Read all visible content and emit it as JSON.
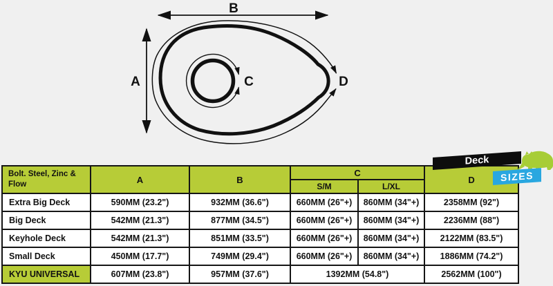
{
  "diagram": {
    "labels": {
      "a": "A",
      "b": "B",
      "c": "C",
      "d": "D"
    }
  },
  "badge": {
    "deck": "Deck",
    "sizes": "SIZES",
    "deck_bg": "#0d0d0d",
    "sizes_bg": "#29a7e0",
    "rhino_color": "#a7cd36"
  },
  "table": {
    "header_bg": "#b7cc37",
    "header": {
      "label": "Bolt. Steel, Zinc & Flow",
      "col_a": "A",
      "col_b": "B",
      "col_c": "C",
      "col_sm": "S/M",
      "col_lxl": "L/XL",
      "col_d": "D"
    },
    "rows": [
      {
        "label": "Extra Big Deck",
        "a": "590MM (23.2\")",
        "b": "932MM (36.6\")",
        "sm": "660MM (26\"+)",
        "lxl": "860MM (34\"+)",
        "d": "2358MM (92\")"
      },
      {
        "label": "Big Deck",
        "a": "542MM (21.3\")",
        "b": "877MM (34.5\")",
        "sm": "660MM (26\"+)",
        "lxl": "860MM (34\"+)",
        "d": "2236MM (88\")"
      },
      {
        "label": "Keyhole Deck",
        "a": "542MM (21.3\")",
        "b": "851MM (33.5\")",
        "sm": "660MM (26\"+)",
        "lxl": "860MM (34\"+)",
        "d": "2122MM (83.5\")"
      },
      {
        "label": "Small Deck",
        "a": "450MM (17.7\")",
        "b": "749MM (29.4\")",
        "sm": "660MM (26\"+)",
        "lxl": "860MM (34\"+)",
        "d": "1886MM (74.2\")"
      },
      {
        "label": "KYU UNIVERSAL",
        "a": "607MM (23.8\")",
        "b": "957MM (37.6\")",
        "c": "1392MM (54.8\")",
        "d": "2562MM (100\")"
      }
    ]
  }
}
